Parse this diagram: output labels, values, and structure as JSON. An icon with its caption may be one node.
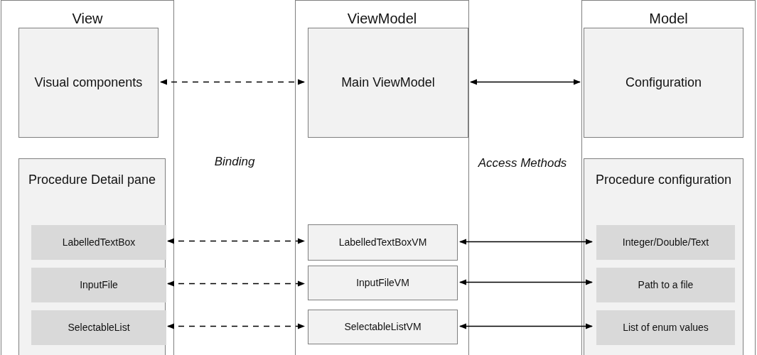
{
  "diagram": {
    "nodes": [
      {
        "text": [
          "View"
        ]
      },
      {
        "text": [
          "Visual components"
        ],
        "in": 0
      },
      {
        "text": [
          "Procedure Detail pane"
        ],
        "in": 0
      },
      {
        "text": [
          "LabelledTextBox"
        ],
        "in": 2
      },
      {
        "text": [
          "InputFile"
        ],
        "in": 2
      },
      {
        "text": [
          "SelectableList"
        ],
        "in": 2
      },
      {
        "text": [
          "ViewModel"
        ]
      },
      {
        "text": [
          "Main ViewModel"
        ],
        "in": 6
      },
      {
        "text": [
          "LabelledTextBoxVM"
        ],
        "in": 6
      },
      {
        "text": [
          "InputFileVM"
        ],
        "in": 6
      },
      {
        "text": [
          "SelectableListVM"
        ],
        "in": 6
      },
      {
        "text": [
          "Model"
        ]
      },
      {
        "text": [
          "Configuration"
        ],
        "in": 11
      },
      {
        "text": [
          "Procedure configuration"
        ],
        "in": 11
      },
      {
        "text": [
          "Integer/Double/Text"
        ],
        "in": 13
      },
      {
        "text": [
          "Path to a file"
        ],
        "in": 13
      },
      {
        "text": [
          "List of enum values"
        ],
        "in": 13
      }
    ],
    "edges": [
      {
        "from": 1,
        "to": 7,
        "arrow": "both",
        "style": "dashed"
      },
      {
        "from": 7,
        "to": 12,
        "arrow": "both"
      },
      {
        "from": 3,
        "to": 8,
        "arrow": "both",
        "style": "dashed"
      },
      {
        "from": 4,
        "to": 9,
        "arrow": "both",
        "style": "dashed"
      },
      {
        "from": 5,
        "to": 10,
        "arrow": "both",
        "style": "dashed"
      },
      {
        "from": 8,
        "to": 14,
        "arrow": "both"
      },
      {
        "from": 9,
        "to": 15,
        "arrow": "both"
      },
      {
        "from": 10,
        "to": 16,
        "arrow": "both"
      }
    ],
    "labels": [
      "Binding",
      "Access Methods"
    ]
  }
}
